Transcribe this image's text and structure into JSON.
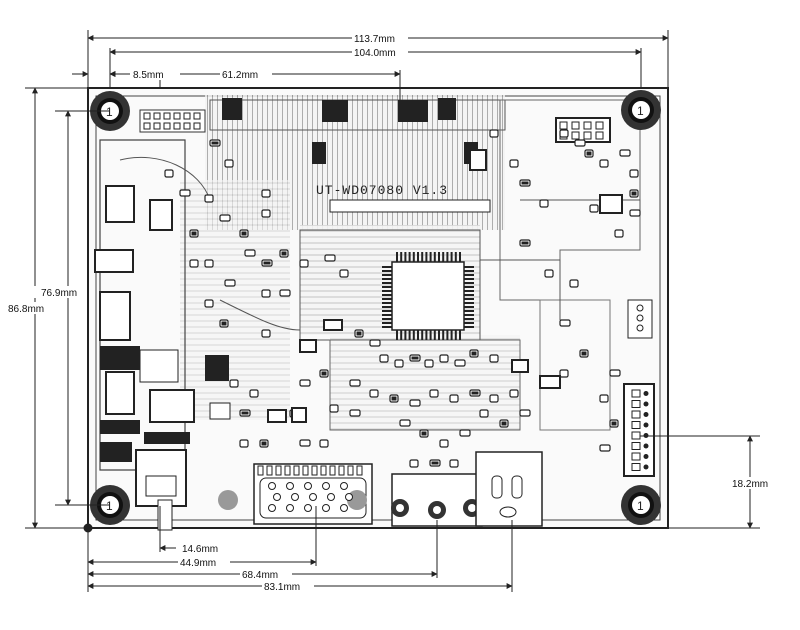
{
  "board": {
    "silkscreen_label": "UT-WD07080 V1.3"
  },
  "dimensions": {
    "overall_width": "113.7mm",
    "hole_spacing_width": "104.0mm",
    "left_offset": "8.5mm",
    "top_connector_offset": "61.2mm",
    "inner_height": "76.9mm",
    "overall_height": "86.8mm",
    "right_connector_height": "18.2mm",
    "power_jack_offset": "14.6mm",
    "vga_offset": "44.9mm",
    "audio_offset": "68.4mm",
    "dc_offset": "83.1mm"
  },
  "mount_hole_label": "1"
}
